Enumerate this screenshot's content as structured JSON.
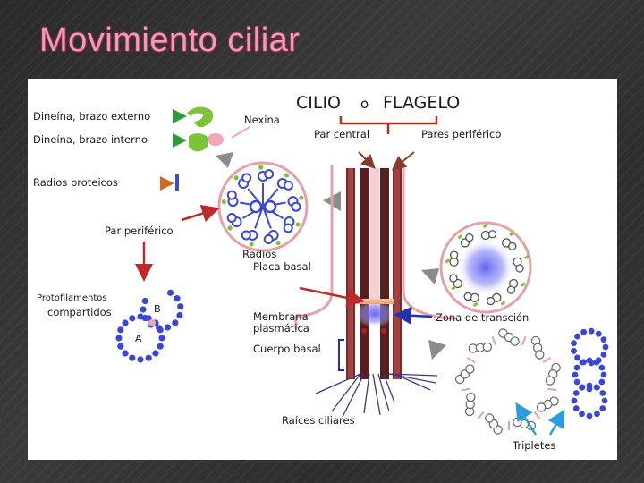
{
  "slide": {
    "title": "Movimiento ciliar"
  },
  "diagram": {
    "heading_main": "CILIO",
    "heading_o": "o",
    "heading_flagelo": "FLAGELO",
    "legend": {
      "dynein_outer": "Dineína, brazo externo",
      "dynein_inner": "Dineína, brazo interno",
      "radial_spokes": "Radios proteicos",
      "nexin": "Nexina"
    },
    "labels": {
      "central_pair": "Par central",
      "peripheral_pairs": "Pares periférico",
      "peripheral_pair": "Par periférico",
      "radios": "Radios",
      "protofilaments_line1": "Protofilamentos",
      "protofilaments_line2": "compartidos",
      "tubule_a": "A",
      "tubule_b": "B",
      "basal_plate": "Placa basal",
      "membrane_line1": "Membrana",
      "membrane_line2": "plasmática",
      "basal_body": "Cuerpo basal",
      "transition_zone": "Zona de transción",
      "ciliary_roots": "Raíces ciliares",
      "triplets": "Tripletes"
    },
    "colors": {
      "title_pink": "#f29ab8",
      "membrane_pink": "#e8a0a8",
      "microtubule_blue": "#3a46d8",
      "dynein_green": "#7cc436",
      "nexin_pink": "#f3a6b6",
      "spoke_blue": "#3c4ad0",
      "arrow_red": "#c0282a",
      "arrow_brown": "#8a3a2a",
      "arrow_gray": "#8c8c8c",
      "arrow_navy": "#2233aa",
      "arrow_cyan": "#2d9be0"
    }
  }
}
